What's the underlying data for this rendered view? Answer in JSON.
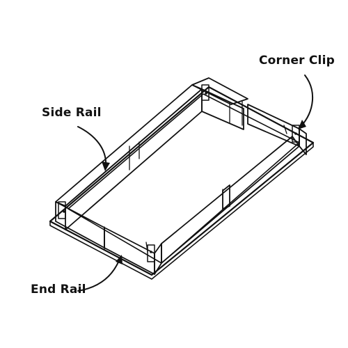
{
  "labels": {
    "corner_clip": "Corner Clip",
    "side_rail": "Side Rail",
    "end_rail": "End Rail"
  },
  "colors": {
    "ink": "#111111",
    "background": "#ffffff"
  }
}
